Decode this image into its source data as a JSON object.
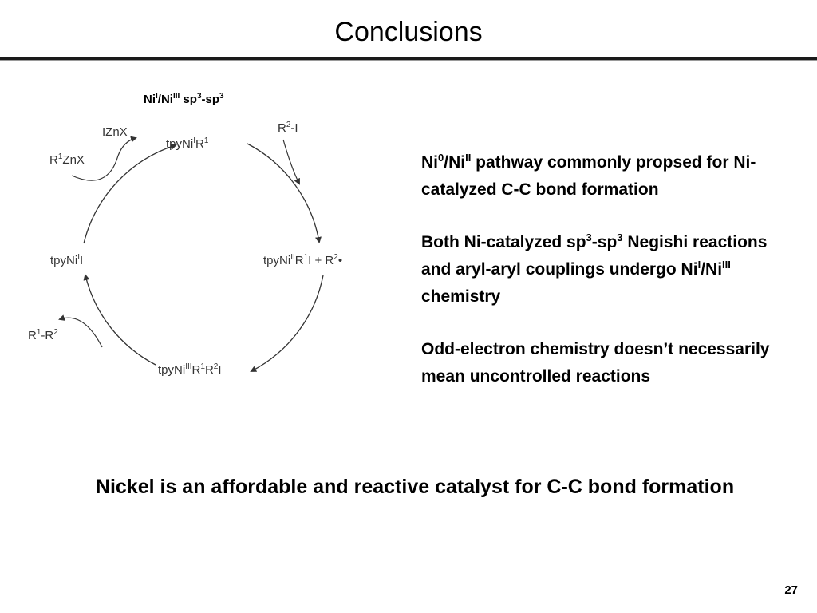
{
  "title": "Conclusions",
  "diagram": {
    "label": {
      "t1": "Ni",
      "s1": "I",
      "t2": "/Ni",
      "s2": "III",
      "t3": " sp",
      "s3": "3",
      "t4": "-sp",
      "s4": "3"
    },
    "species": {
      "top": {
        "a": "tpyNi",
        "s1": "I",
        "b": "R",
        "s2": "1"
      },
      "right": {
        "a": "tpyNi",
        "s1": "II",
        "b": "R",
        "s2": "1",
        "c": "I + R",
        "s3": "2",
        "d": "•"
      },
      "bottom": {
        "a": "tpyNi",
        "s1": "III",
        "b": "R",
        "s2": "1",
        "c": "R",
        "s3": "2",
        "d": "I"
      },
      "left": {
        "a": "tpyNi",
        "s1": "I",
        "b": "I"
      },
      "izn": "IZnX",
      "r1znx": {
        "a": "R",
        "s1": "1",
        "b": "ZnX"
      },
      "r2i": {
        "a": "R",
        "s1": "2",
        "b": "-I"
      },
      "r1r2": {
        "a": "R",
        "s1": "1",
        "b": "-R",
        "s2": "2"
      }
    }
  },
  "bullets": {
    "b1": {
      "t1": "Ni",
      "s1": "0",
      "t2": "/Ni",
      "s2": "II",
      "t3": " pathway commonly propsed for Ni-catalyzed C-C bond formation"
    },
    "b2": {
      "t1": "Both Ni-catalyzed sp",
      "s1": "3",
      "t2": "-sp",
      "s2": "3",
      "t3": " Negishi reactions and aryl-aryl couplings undergo Ni",
      "s3": "I",
      "t4": "/Ni",
      "s4": "III",
      "t5": " chemistry"
    },
    "b3": {
      "text": "Odd-electron chemistry doesn’t necessarily mean uncontrolled reactions"
    }
  },
  "conclusion": "Nickel is an affordable and reactive catalyst for C-C bond formation",
  "page_number": "27"
}
